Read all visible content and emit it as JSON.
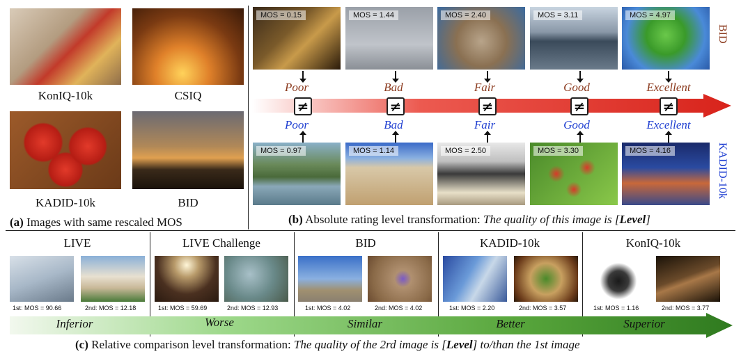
{
  "panel_a": {
    "images": [
      {
        "dataset": "KonIQ-10k"
      },
      {
        "dataset": "CSIQ"
      },
      {
        "dataset": "KADID-10k"
      },
      {
        "dataset": "BID"
      }
    ],
    "caption_prefix": "(a)",
    "caption_text": "Images with same rescaled MOS"
  },
  "panel_b": {
    "side_label_top": "BID",
    "side_label_bottom": "KADID-10k",
    "top_row": [
      {
        "mos": "MOS = 0.15",
        "level": "Poor"
      },
      {
        "mos": "MOS = 1.44",
        "level": "Bad"
      },
      {
        "mos": "MOS = 2.40",
        "level": "Fair"
      },
      {
        "mos": "MOS = 3.11",
        "level": "Good"
      },
      {
        "mos": "MOS = 4.97",
        "level": "Excellent"
      }
    ],
    "bottom_row": [
      {
        "mos": "MOS = 0.97",
        "level": "Poor"
      },
      {
        "mos": "MOS = 1.14",
        "level": "Bad"
      },
      {
        "mos": "MOS = 2.50",
        "level": "Fair"
      },
      {
        "mos": "MOS = 3.30",
        "level": "Good"
      },
      {
        "mos": "MOS = 4.16",
        "level": "Excellent"
      }
    ],
    "neq_symbol": "≠",
    "caption_prefix": "(b)",
    "caption_text": "Absolute rating level transformation: ",
    "caption_italic": "The quality of this image is [",
    "caption_bold": "Level",
    "caption_end": "]",
    "colors": {
      "top_level": "#8b3a1e",
      "bottom_level": "#1f3fd1",
      "arrow": "#d8231b"
    }
  },
  "panel_c": {
    "groups": [
      {
        "dataset": "LIVE",
        "first": "1st: MOS = 90.66",
        "second": "2nd: MOS = 12.18",
        "level": "Inferior"
      },
      {
        "dataset": "LIVE Challenge",
        "first": "1st: MOS = 59.69",
        "second": "2nd: MOS = 12.93",
        "level": "Worse"
      },
      {
        "dataset": "BID",
        "first": "1st: MOS = 4.02",
        "second": "2nd: MOS = 4.02",
        "level": "Similar"
      },
      {
        "dataset": "KADID-10k",
        "first": "1st: MOS = 2.20",
        "second": "2nd: MOS = 3.57",
        "level": "Better"
      },
      {
        "dataset": "KonIQ-10k",
        "first": "1st: MOS = 1.16",
        "second": "2nd: MOS = 3.77",
        "level": "Superior"
      }
    ],
    "caption_prefix": "(c)",
    "caption_text": "Relative comparison level transformation: ",
    "caption_italic": "The quality of the 2rd image is [",
    "caption_bold": "Level",
    "caption_end": "] to/than the 1st image",
    "colors": {
      "arrow": "#2f7a1f"
    }
  }
}
